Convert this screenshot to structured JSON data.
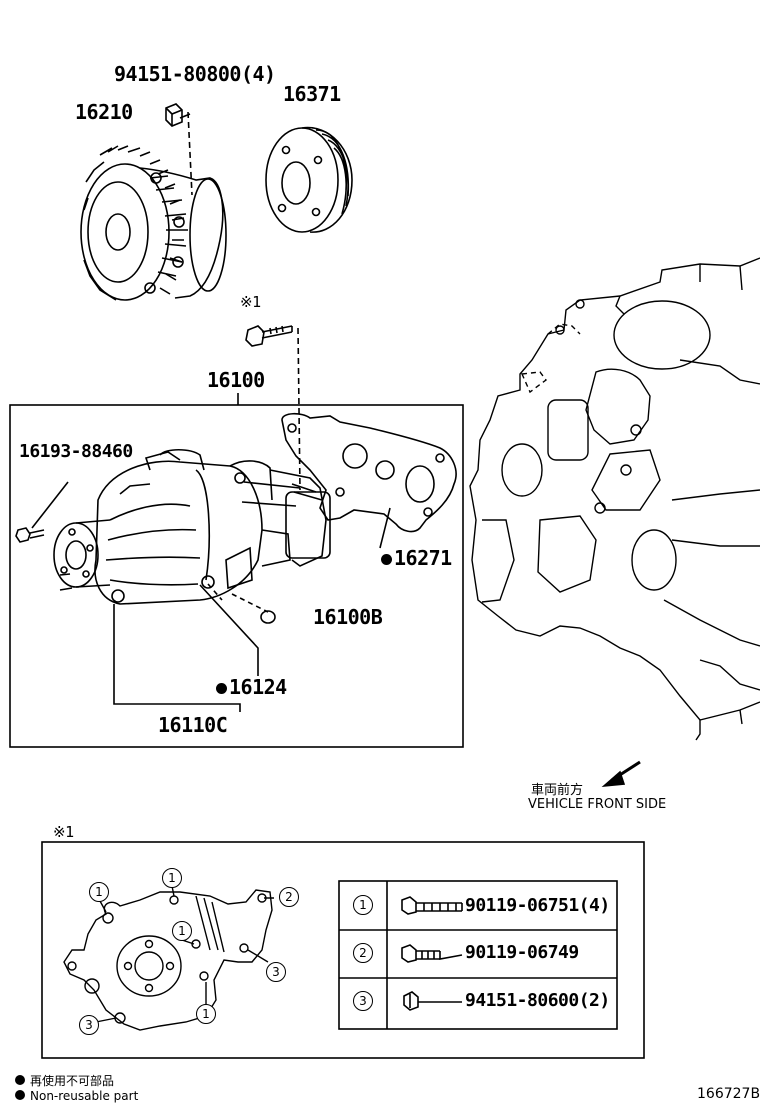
{
  "labels": {
    "bolt_94151_80800": "94151-80800(4)",
    "fan_clutch_16210": "16210",
    "pulley_16371": "16371",
    "ref_mark_1": "※1",
    "water_pump_assy_16100": "16100",
    "bolt_16193_88460": "16193-88460",
    "gasket_16271": "16271",
    "plug_16100B": "16100B",
    "gasket_16124": "16124",
    "pump_16110C": "16110C"
  },
  "direction": {
    "label_jp": "車両前方",
    "label_en": "VEHICLE FRONT SIDE"
  },
  "detail": {
    "title": "※1",
    "marker_1": "1",
    "marker_2": "2",
    "marker_3": "3",
    "rows": [
      {
        "no": "1",
        "part": "90119-06751(4)"
      },
      {
        "no": "2",
        "part": "90119-06749"
      },
      {
        "no": "3",
        "part": "94151-80600(2)"
      }
    ]
  },
  "legend": {
    "jp": "再使用不可部品",
    "en": "Non-reusable part"
  },
  "illustration_number": "166727B"
}
